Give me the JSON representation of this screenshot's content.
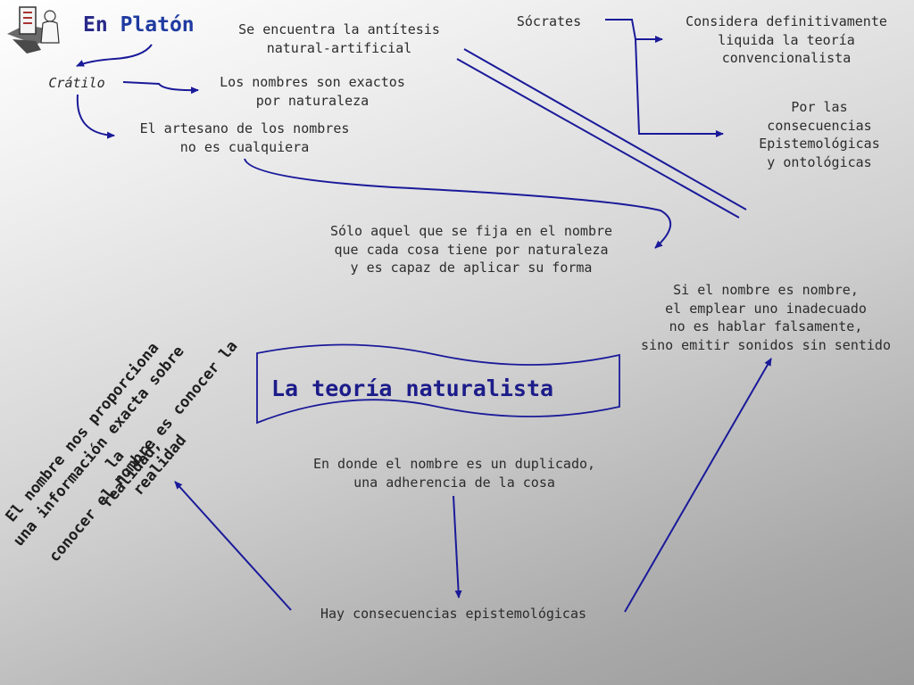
{
  "title": {
    "prefix": "En",
    "name": "Platón"
  },
  "nodes": {
    "antitesis": "Se encuentra la antítesis\nnatural-artificial",
    "socrates": "Sócrates",
    "considera": "Considera definitivamente\nliquida la teoría\nconvencionalista",
    "consecuencias_epist": "Por las\nconsecuencias\nEpistemológicas\ny ontológicas",
    "cratilo": "Crátilo",
    "nombres_exactos": "Los nombres son exactos\npor naturaleza",
    "artesano": "El artesano de los nombres\nno es cualquiera",
    "solo_aquel": "Sólo aquel que se fija en el nombre\nque cada cosa tiene por naturaleza\ny es capaz de aplicar su forma",
    "si_el_nombre": "Si el nombre es nombre,\nel emplear uno  inadecuado\nno es hablar falsamente,\nsino emitir sonidos sin sentido",
    "teoria": "La teoría naturalista",
    "duplicado": "En donde el nombre es un duplicado,\nuna adherencia de la cosa",
    "hay_consecuencias": "Hay consecuencias epistemológicas",
    "rotated_1": "El nombre nos proporciona\nuna información exacta sobre la\nrealidad;",
    "rotated_2": "conocer el nombre es conocer la\nrealidad"
  },
  "colors": {
    "arrow": "#1a1a9a",
    "heading": "#2a2a8a",
    "text": "#2c2c2c"
  },
  "icons": {
    "logo": "philosopher-clipart-icon"
  }
}
